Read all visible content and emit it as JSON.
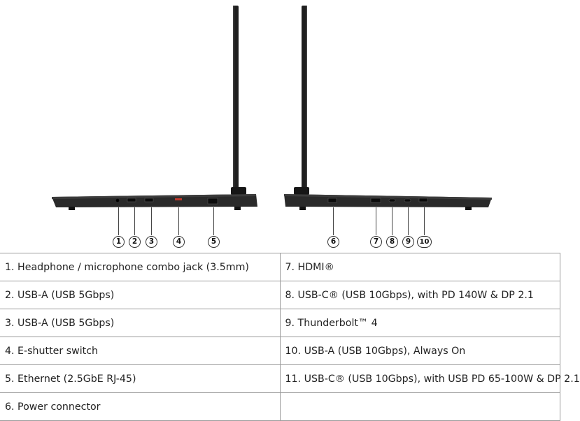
{
  "colors": {
    "chassis": "#2a2a2a",
    "chassis_dark": "#161616",
    "lid": "#1f1f1f",
    "accent_red": "#c0392b",
    "text": "#222222",
    "rule": "#9a9a9a"
  },
  "callouts": [
    "1",
    "2",
    "3",
    "4",
    "5",
    "6",
    "7",
    "8",
    "9",
    "10"
  ],
  "ports": [
    [
      "1. Headphone / microphone combo jack (3.5mm)",
      "7. HDMI®"
    ],
    [
      "2. USB-A (USB 5Gbps)",
      "8. USB-C® (USB 10Gbps), with PD 140W & DP 2.1"
    ],
    [
      "3. USB-A (USB 5Gbps)",
      "9. Thunderbolt™ 4"
    ],
    [
      "4. E-shutter switch",
      "10. USB-A (USB 10Gbps), Always On"
    ],
    [
      "5. Ethernet (2.5GbE RJ-45)",
      "11. USB-C® (USB 10Gbps), with USB PD 65-100W & DP 2.1"
    ],
    [
      "6. Power connector",
      ""
    ]
  ]
}
